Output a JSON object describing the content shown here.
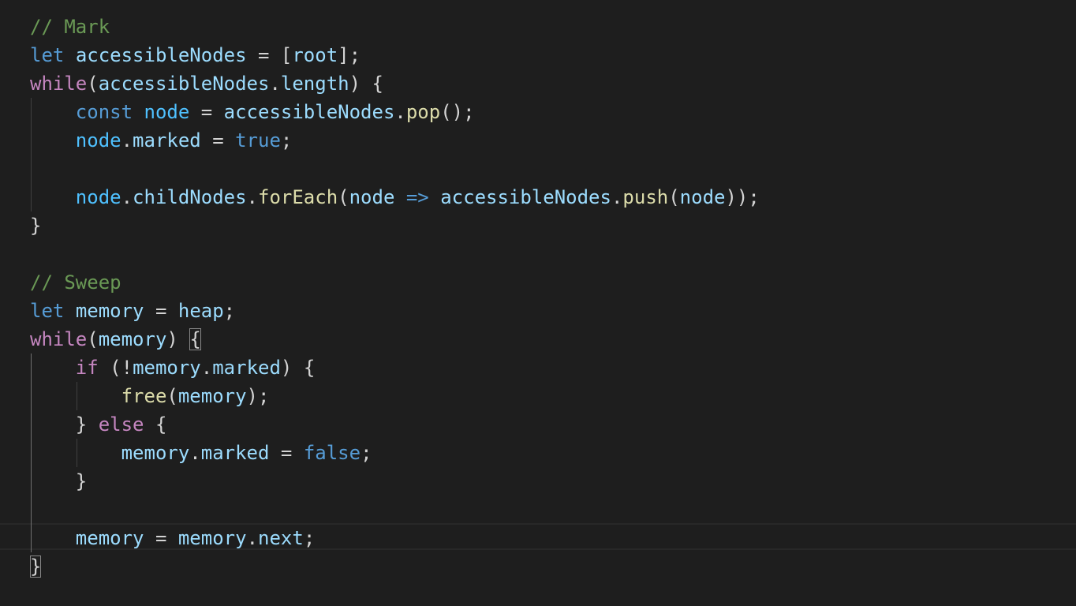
{
  "editor": {
    "lines": [
      [
        {
          "t": "// Mark",
          "c": "comment"
        }
      ],
      [
        {
          "t": "let",
          "c": "keyword"
        },
        {
          "t": " ",
          "c": "punct"
        },
        {
          "t": "accessibleNodes",
          "c": "var"
        },
        {
          "t": " = [",
          "c": "punct"
        },
        {
          "t": "root",
          "c": "var"
        },
        {
          "t": "];",
          "c": "punct"
        }
      ],
      [
        {
          "t": "while",
          "c": "control"
        },
        {
          "t": "(",
          "c": "punct"
        },
        {
          "t": "accessibleNodes",
          "c": "var"
        },
        {
          "t": ".",
          "c": "punct"
        },
        {
          "t": "length",
          "c": "var"
        },
        {
          "t": ") {",
          "c": "punct"
        }
      ],
      [
        {
          "t": "    ",
          "c": "punct"
        },
        {
          "t": "const",
          "c": "keyword"
        },
        {
          "t": " ",
          "c": "punct"
        },
        {
          "t": "node",
          "c": "const"
        },
        {
          "t": " = ",
          "c": "punct"
        },
        {
          "t": "accessibleNodes",
          "c": "var"
        },
        {
          "t": ".",
          "c": "punct"
        },
        {
          "t": "pop",
          "c": "func"
        },
        {
          "t": "();",
          "c": "punct"
        }
      ],
      [
        {
          "t": "    ",
          "c": "punct"
        },
        {
          "t": "node",
          "c": "const"
        },
        {
          "t": ".",
          "c": "punct"
        },
        {
          "t": "marked",
          "c": "var"
        },
        {
          "t": " = ",
          "c": "punct"
        },
        {
          "t": "true",
          "c": "bool"
        },
        {
          "t": ";",
          "c": "punct"
        }
      ],
      [
        {
          "t": "",
          "c": "punct"
        }
      ],
      [
        {
          "t": "    ",
          "c": "punct"
        },
        {
          "t": "node",
          "c": "const"
        },
        {
          "t": ".",
          "c": "punct"
        },
        {
          "t": "childNodes",
          "c": "var"
        },
        {
          "t": ".",
          "c": "punct"
        },
        {
          "t": "forEach",
          "c": "func"
        },
        {
          "t": "(",
          "c": "punct"
        },
        {
          "t": "node",
          "c": "var"
        },
        {
          "t": " ",
          "c": "punct"
        },
        {
          "t": "=>",
          "c": "arrow"
        },
        {
          "t": " ",
          "c": "punct"
        },
        {
          "t": "accessibleNodes",
          "c": "var"
        },
        {
          "t": ".",
          "c": "punct"
        },
        {
          "t": "push",
          "c": "func"
        },
        {
          "t": "(",
          "c": "punct"
        },
        {
          "t": "node",
          "c": "var"
        },
        {
          "t": "));",
          "c": "punct"
        }
      ],
      [
        {
          "t": "}",
          "c": "punct"
        }
      ],
      [
        {
          "t": "",
          "c": "punct"
        }
      ],
      [
        {
          "t": "// Sweep",
          "c": "comment"
        }
      ],
      [
        {
          "t": "let",
          "c": "keyword"
        },
        {
          "t": " ",
          "c": "punct"
        },
        {
          "t": "memory",
          "c": "var"
        },
        {
          "t": " = ",
          "c": "punct"
        },
        {
          "t": "heap",
          "c": "var"
        },
        {
          "t": ";",
          "c": "punct"
        }
      ],
      [
        {
          "t": "while",
          "c": "control"
        },
        {
          "t": "(",
          "c": "punct"
        },
        {
          "t": "memory",
          "c": "var"
        },
        {
          "t": ") ",
          "c": "punct"
        },
        {
          "t": "{",
          "c": "punct",
          "m": true
        }
      ],
      [
        {
          "t": "    ",
          "c": "punct"
        },
        {
          "t": "if",
          "c": "control"
        },
        {
          "t": " (!",
          "c": "punct"
        },
        {
          "t": "memory",
          "c": "var"
        },
        {
          "t": ".",
          "c": "punct"
        },
        {
          "t": "marked",
          "c": "var"
        },
        {
          "t": ") {",
          "c": "punct"
        }
      ],
      [
        {
          "t": "        ",
          "c": "punct"
        },
        {
          "t": "free",
          "c": "func"
        },
        {
          "t": "(",
          "c": "punct"
        },
        {
          "t": "memory",
          "c": "var"
        },
        {
          "t": ");",
          "c": "punct"
        }
      ],
      [
        {
          "t": "    } ",
          "c": "punct"
        },
        {
          "t": "else",
          "c": "control"
        },
        {
          "t": " {",
          "c": "punct"
        }
      ],
      [
        {
          "t": "        ",
          "c": "punct"
        },
        {
          "t": "memory",
          "c": "var"
        },
        {
          "t": ".",
          "c": "punct"
        },
        {
          "t": "marked",
          "c": "var"
        },
        {
          "t": " = ",
          "c": "punct"
        },
        {
          "t": "false",
          "c": "bool"
        },
        {
          "t": ";",
          "c": "punct"
        }
      ],
      [
        {
          "t": "    }",
          "c": "punct"
        }
      ],
      [
        {
          "t": "",
          "c": "punct"
        }
      ],
      [
        {
          "t": "    ",
          "c": "punct"
        },
        {
          "t": "memory",
          "c": "var"
        },
        {
          "t": " = ",
          "c": "punct"
        },
        {
          "t": "memory",
          "c": "var"
        },
        {
          "t": ".",
          "c": "punct"
        },
        {
          "t": "next",
          "c": "var"
        },
        {
          "t": ";",
          "c": "punct"
        }
      ],
      [
        {
          "t": "}",
          "c": "punct",
          "m": true
        }
      ]
    ]
  }
}
